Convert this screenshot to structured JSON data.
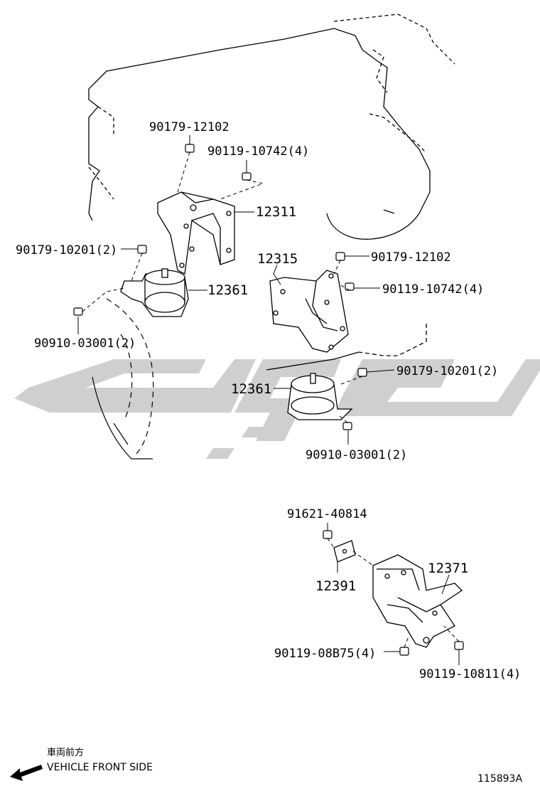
{
  "parts": {
    "p1": "90179-12102",
    "p2": "90119-10742(4)",
    "p3": "12311",
    "p4": "90179-10201(2)",
    "p5": "12361",
    "p6": "90910-03001(2)",
    "p7": "12315",
    "p8": "90179-12102",
    "p9": "90119-10742(4)",
    "p10": "90179-10201(2)",
    "p11": "12361",
    "p12": "90910-03001(2)",
    "p13": "91621-40814",
    "p14": "12391",
    "p15": "12371",
    "p16": "90119-08B75(4)",
    "p17": "90119-10811(4)"
  },
  "footer": {
    "japanese": "車両前方",
    "direction": "VEHICLE FRONT SIDE",
    "illustration_id": "115893A"
  },
  "colors": {
    "line": "#000000",
    "watermark": "#cccccc",
    "background": "#ffffff"
  },
  "icons": {
    "arrow": "front-arrow-icon"
  }
}
